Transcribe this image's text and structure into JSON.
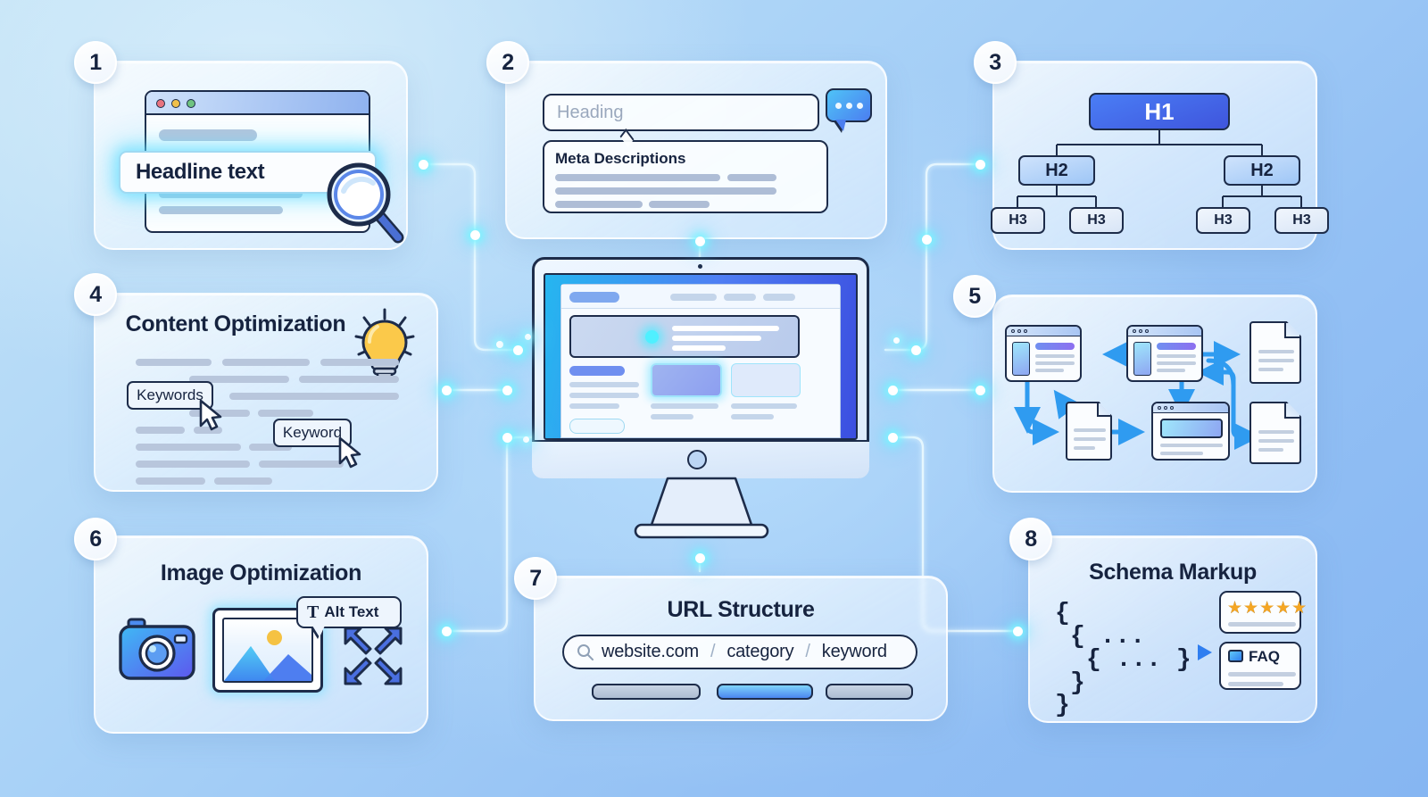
{
  "background": {
    "from": "#c3e3f7",
    "to": "#86b6f2"
  },
  "accent": {
    "blue": "#4b7ef0",
    "cyan": "#4fc3f7",
    "navy": "#16233f",
    "yellow": "#f5a623"
  },
  "cards": [
    {
      "number": "1",
      "name": "headline-text",
      "headline": "Headline text"
    },
    {
      "number": "2",
      "name": "meta-descriptions",
      "heading_placeholder": "Heading",
      "meta_title": "Meta Descriptions"
    },
    {
      "number": "3",
      "name": "heading-hierarchy",
      "h1": "H1",
      "h2_left": "H2",
      "h2_right": "H2",
      "h3": [
        "H3",
        "H3",
        "H3",
        "H3"
      ]
    },
    {
      "number": "4",
      "name": "content-optimization",
      "title": "Content Optimization",
      "tag_one": "Keywords",
      "tag_two": "Keyword"
    },
    {
      "number": "5",
      "name": "internal-linking"
    },
    {
      "number": "6",
      "name": "image-optimization",
      "title": "Image Optimization",
      "alt_text_label": "Alt Text",
      "alt_text_icon": "T"
    },
    {
      "number": "7",
      "name": "url-structure",
      "title": "URL Structure",
      "url_parts": [
        "website.com",
        "category",
        "keyword"
      ],
      "separator": "/"
    },
    {
      "number": "8",
      "name": "schema-markup",
      "title": "Schema Markup",
      "code_lines": [
        "{",
        "{ ...",
        "{ ... }",
        "}",
        "}"
      ],
      "rating_stars": "★★★★★",
      "faq_label": "FAQ"
    }
  ]
}
